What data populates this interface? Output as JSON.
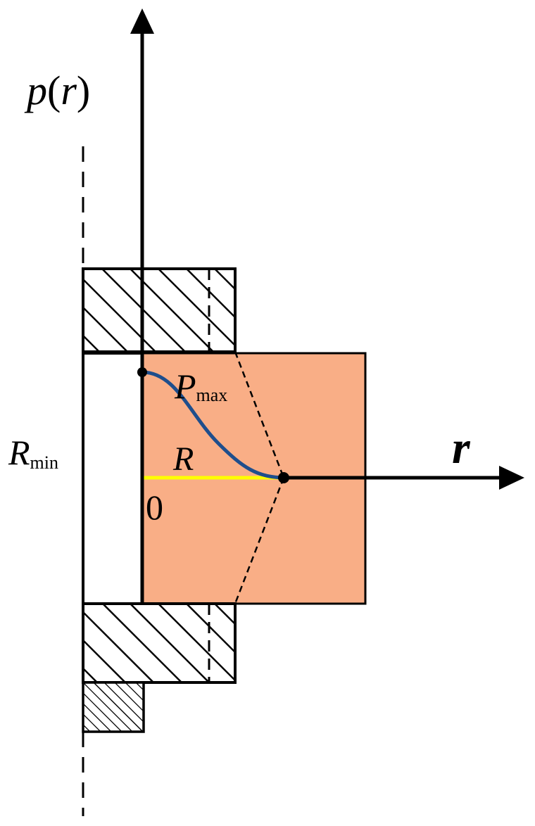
{
  "labels": {
    "p_axis": "p",
    "p_axis_arg": "r",
    "r_axis": "r",
    "r_min_main": "R",
    "r_min_sub": "min",
    "r_label": "R",
    "p_max_main": "P",
    "p_max_sub": "max",
    "origin": "0"
  },
  "colors": {
    "workpiece_fill": "#F9AE86",
    "pressure_curve": "#1F4E8C",
    "radius_line": "#FFFF00",
    "lines": "#000000"
  }
}
